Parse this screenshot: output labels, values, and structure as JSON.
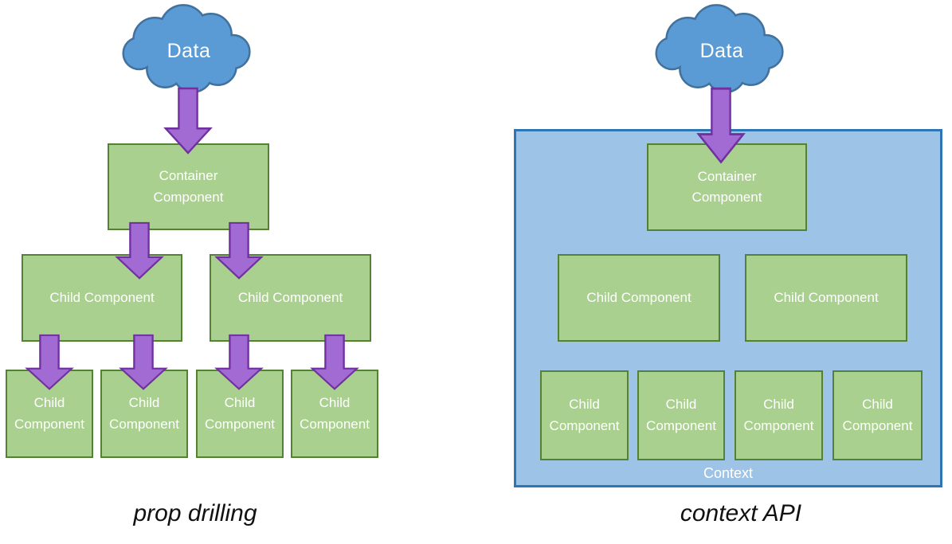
{
  "colors": {
    "cloud_fill": "#5B9BD5",
    "cloud_border": "#41719C",
    "box_fill": "#A9D08E",
    "box_border": "#548235",
    "arrow_fill": "#A26BD4",
    "arrow_border": "#7030A0",
    "context_fill": "#9DC3E6",
    "context_border": "#2E75B6",
    "label_text": "#FFFFFF",
    "caption_text": "#111111"
  },
  "left": {
    "cloud_label": "Data",
    "container_label": "Container Component",
    "child_row": [
      "Child Component",
      "Child Component"
    ],
    "leaf_row": [
      "Child Component",
      "Child Component",
      "Child Component",
      "Child Component"
    ],
    "caption": "prop drilling"
  },
  "right": {
    "cloud_label": "Data",
    "container_label": "Container Component",
    "child_row": [
      "Child Component",
      "Child Component"
    ],
    "leaf_row": [
      "Child Component",
      "Child Component",
      "Child Component",
      "Child Component"
    ],
    "context_label": "Context",
    "caption": "context API"
  }
}
